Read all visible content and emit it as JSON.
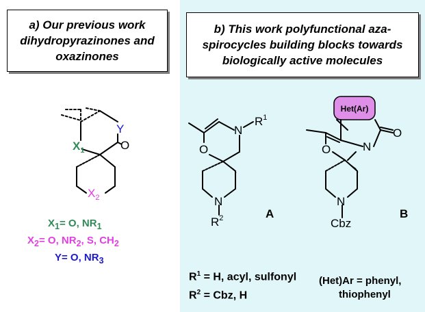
{
  "panel_a": {
    "title_lines": [
      "a) Our previous work",
      "dihydropyrazinones and",
      "oxazinones"
    ],
    "atoms": {
      "y": "Y",
      "x1": "X",
      "x1_sub": "1",
      "o": "O",
      "x2": "X",
      "x2_sub": "2"
    },
    "legend": {
      "x1": {
        "text": "X",
        "sub": "1",
        "rest": "= O, NR",
        "sub2": "1"
      },
      "x2": {
        "text": "X",
        "sub": "2",
        "rest": "= O, NR",
        "sub2": "2",
        "tail": ", S, CH",
        "sub3": "2"
      },
      "y": {
        "text": "Y= O, NR",
        "sub": "3"
      }
    },
    "colors": {
      "x1": "#2e8b57",
      "x2": "#e040e0",
      "y": "#1a1acc"
    }
  },
  "panel_b": {
    "title_lines": [
      "b) This work polyfunctional aza-",
      "spirocycles building blocks towards",
      "biologically active molecules"
    ],
    "mol_a": {
      "n1": "N",
      "r1": "R",
      "r1_sup": "1",
      "o": "O",
      "n2": "N",
      "r2": "R",
      "r2_sup": "2",
      "label": "A"
    },
    "mol_b": {
      "badge": "Het(Ar)",
      "o_ketone": "O",
      "n": "N",
      "o_ring": "O",
      "n_pip": "N",
      "cbz": "Cbz",
      "label": "B"
    },
    "notes": {
      "r1": {
        "r": "R",
        "sup": "1",
        "rest": " = H, acyl, sulfonyl"
      },
      "r2": {
        "r": "R",
        "sup": "2",
        "rest": " = Cbz, H"
      },
      "het": [
        "(Het)Ar = phenyl,",
        "thiophenyl"
      ]
    },
    "colors": {
      "background": "#e0f6f8",
      "badge": "#e08fe8"
    }
  }
}
